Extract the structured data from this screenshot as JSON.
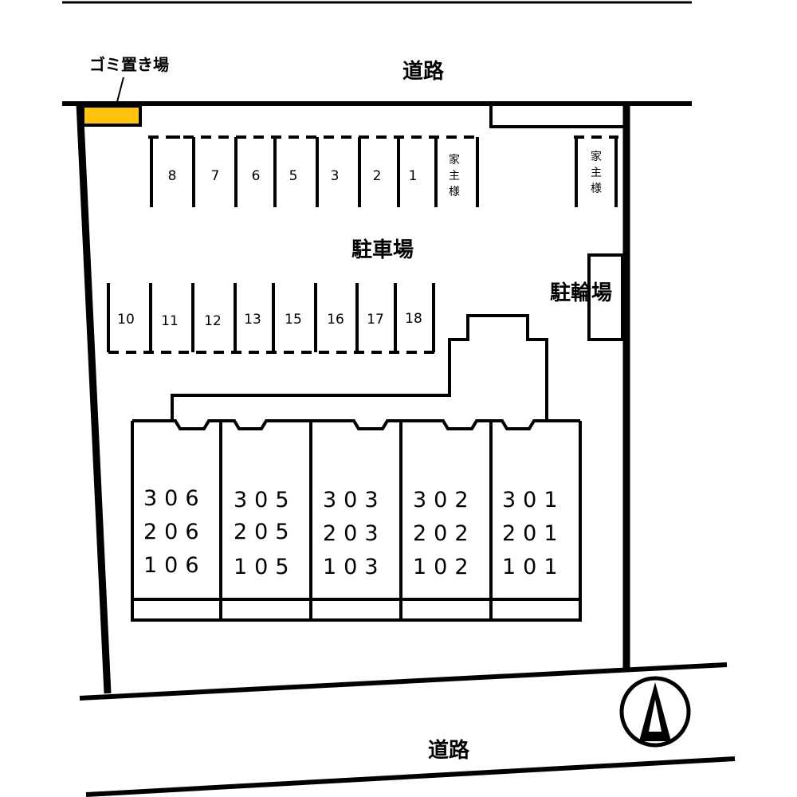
{
  "roads": {
    "top": "道路",
    "bottom": "道路"
  },
  "trash": {
    "label": "ゴミ置き場",
    "color": "#FFC20E"
  },
  "parking": {
    "label": "駐車場",
    "top_row": [
      "8",
      "7",
      "6",
      "5",
      "3",
      "2",
      "1"
    ],
    "owner_label": [
      "家",
      "主",
      "様"
    ],
    "bottom_row": [
      "10",
      "11",
      "12",
      "13",
      "15",
      "16",
      "17",
      "18"
    ]
  },
  "bicycle_parking": {
    "label": "駐輪場"
  },
  "building": {
    "columns": [
      [
        "306",
        "206",
        "106"
      ],
      [
        "305",
        "205",
        "105"
      ],
      [
        "303",
        "203",
        "103"
      ],
      [
        "302",
        "202",
        "102"
      ],
      [
        "301",
        "201",
        "101"
      ]
    ]
  },
  "compass": {
    "icon": "north-arrow-icon"
  }
}
